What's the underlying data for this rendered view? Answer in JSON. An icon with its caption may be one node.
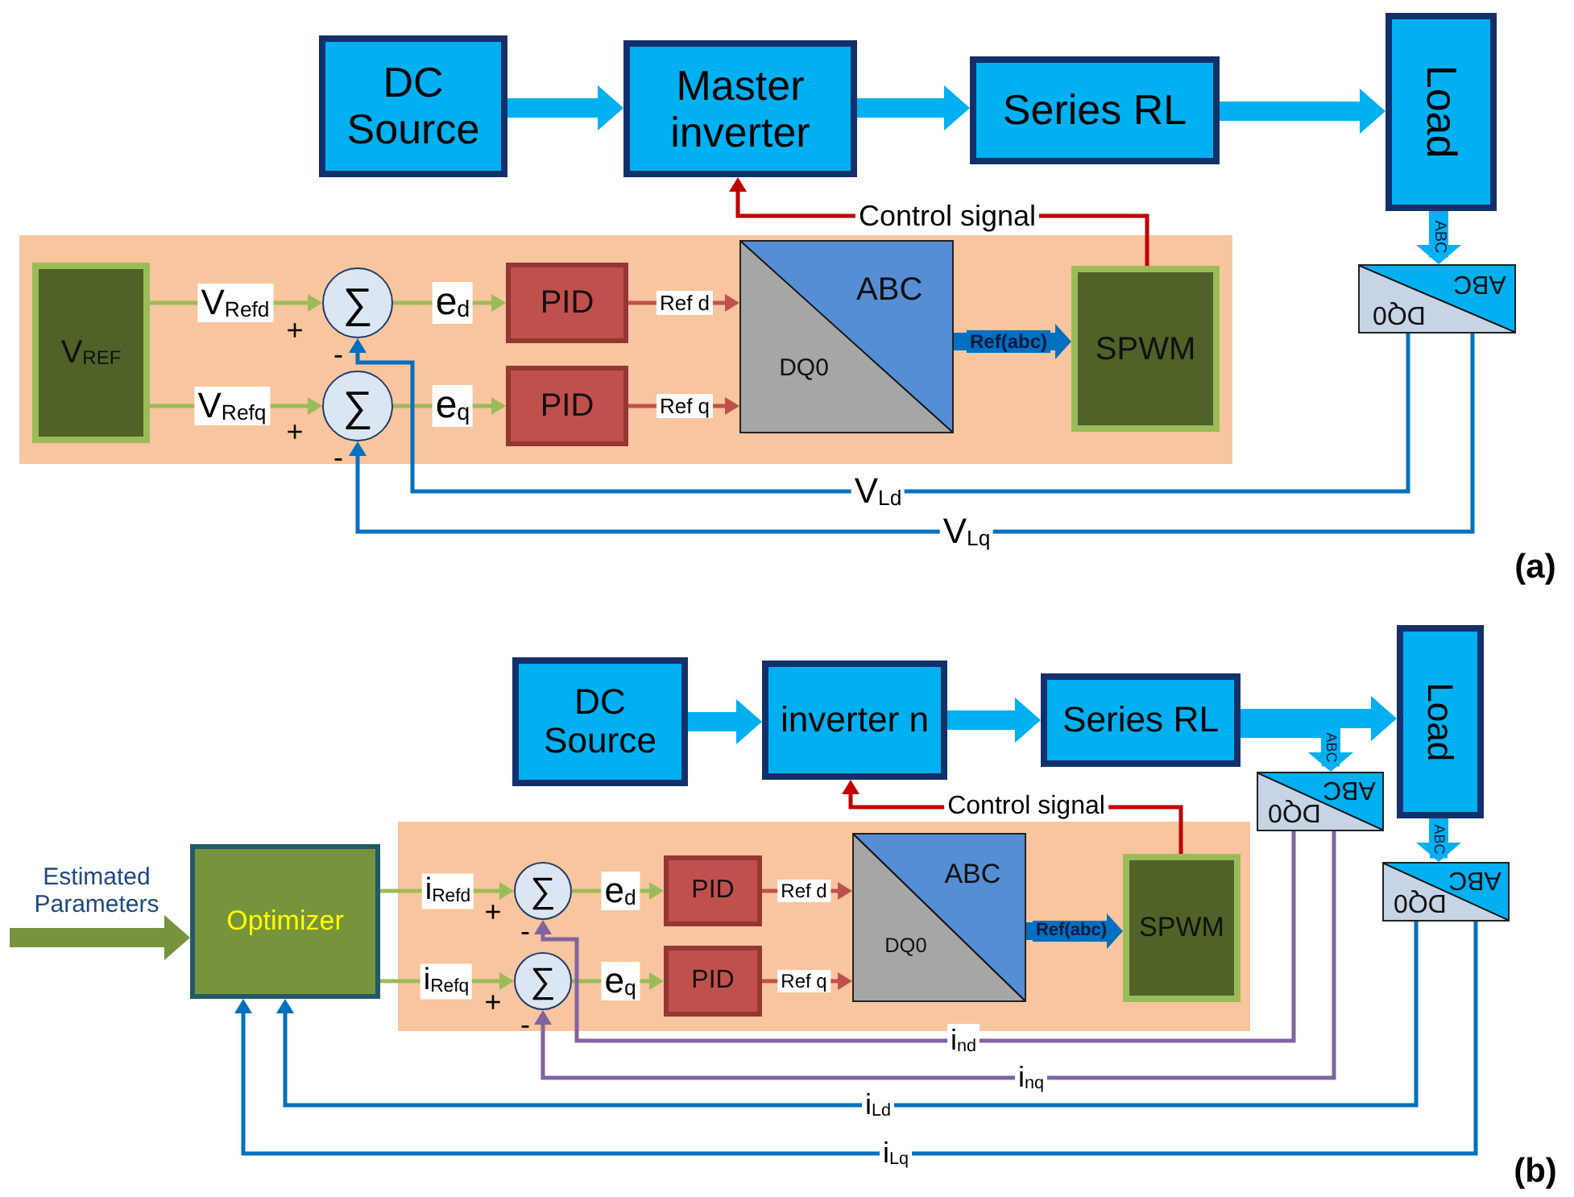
{
  "diagram": {
    "nodes": [
      {
        "text": [
          "DC Source"
        ]
      },
      {
        "text": [
          "Master inverter"
        ]
      },
      {
        "text": [
          "Series RL"
        ]
      },
      {
        "text": [
          "Load"
        ]
      },
      {
        "text": [],
        "shape": "box"
      },
      {
        "text": [
          "V$_{REF}$"
        ],
        "in": 4
      },
      {
        "text": [
          "∑"
        ],
        "in": 4
      },
      {
        "text": [
          "∑"
        ],
        "in": 4
      },
      {
        "text": [
          "PID"
        ],
        "in": 4
      },
      {
        "text": [
          "PID"
        ],
        "in": 4
      },
      {
        "text": [
          "ABC",
          "DQ0"
        ],
        "in": 4
      },
      {
        "text": [
          "SPWM"
        ],
        "in": 4
      },
      {
        "text": [
          "ABC",
          "DQ0"
        ]
      },
      {
        "text": [
          "DC Source"
        ]
      },
      {
        "text": [
          "inverter n"
        ]
      },
      {
        "text": [
          "Series RL"
        ]
      },
      {
        "text": [
          "Load"
        ]
      },
      {
        "text": [],
        "shape": "box"
      },
      {
        "text": [
          "Optimizer"
        ]
      },
      {
        "text": [
          "∑"
        ],
        "in": 17
      },
      {
        "text": [
          "∑"
        ],
        "in": 17
      },
      {
        "text": [
          "PID"
        ],
        "in": 17
      },
      {
        "text": [
          "PID"
        ],
        "in": 17
      },
      {
        "text": [
          "ABC",
          "DQ0"
        ],
        "in": 17
      },
      {
        "text": [
          "SPWM"
        ],
        "in": 17
      },
      {
        "text": [
          "ABC",
          "DQ0"
        ]
      },
      {
        "text": [
          "ABC",
          "DQ0"
        ]
      }
    ],
    "edges": [
      {
        "from": 0,
        "to": 1,
        "arrow": "to",
        "style": "thick"
      },
      {
        "from": 1,
        "to": 2,
        "arrow": "to",
        "style": "thick"
      },
      {
        "from": 2,
        "to": 3,
        "arrow": "to",
        "style": "thick"
      },
      {
        "from": 3,
        "to": 12,
        "arrow": "to",
        "style": "thick",
        "label": "ABC"
      },
      {
        "from": 5,
        "to": 6,
        "arrow": "to",
        "color": "#9bbb59",
        "label": "V$_{Refd}$"
      },
      {
        "from": 5,
        "to": 7,
        "arrow": "to",
        "color": "#9bbb59",
        "label": "V$_{Refq}$"
      },
      {
        "from": 6,
        "to": 8,
        "arrow": "to",
        "color": "#9bbb59",
        "label": "e$_{d}$"
      },
      {
        "from": 7,
        "to": 9,
        "arrow": "to",
        "color": "#9bbb59",
        "label": "e$_{q}$"
      },
      {
        "from": 8,
        "to": 10,
        "arrow": "to",
        "color": "#c0504d",
        "label": "Ref d"
      },
      {
        "from": 9,
        "to": 10,
        "arrow": "to",
        "color": "#c0504d",
        "label": "Ref q"
      },
      {
        "from": 10,
        "to": 11,
        "arrow": "to",
        "style": "thick",
        "color": "#0070c0",
        "label": "Ref(abc)"
      },
      {
        "from": 11,
        "to": 1,
        "arrow": "to",
        "color": "#c00000",
        "label": "Control signal"
      },
      {
        "from": 12,
        "to": 6,
        "arrow": "to",
        "color": "#0070c0",
        "label": "V$_{Ld}$"
      },
      {
        "from": 12,
        "to": 7,
        "arrow": "to",
        "color": "#0070c0",
        "label": "V$_{Lq}$"
      },
      {
        "from": 13,
        "to": 14,
        "arrow": "to",
        "style": "thick"
      },
      {
        "from": 14,
        "to": 15,
        "arrow": "to",
        "style": "thick"
      },
      {
        "from": 15,
        "to": 16,
        "arrow": "to",
        "style": "thick"
      },
      {
        "from": 15,
        "to": 25,
        "arrow": "to",
        "style": "thick",
        "label": "ABC"
      },
      {
        "from": 16,
        "to": 26,
        "arrow": "to",
        "style": "thick",
        "label": "ABC"
      },
      {
        "from": null,
        "to": 18,
        "arrow": "to",
        "style": "thick",
        "color": "#77933c",
        "label": "Estimated Parameters"
      },
      {
        "from": 18,
        "to": 19,
        "arrow": "to",
        "color": "#9bbb59",
        "label": "i$_{Refd}$"
      },
      {
        "from": 18,
        "to": 20,
        "arrow": "to",
        "color": "#9bbb59",
        "label": "i$_{Refq}$"
      },
      {
        "from": 19,
        "to": 21,
        "arrow": "to",
        "color": "#9bbb59",
        "label": "e$_{d}$"
      },
      {
        "from": 20,
        "to": 22,
        "arrow": "to",
        "color": "#9bbb59",
        "label": "e$_{q}$"
      },
      {
        "from": 21,
        "to": 23,
        "arrow": "to",
        "color": "#c0504d",
        "label": "Ref d"
      },
      {
        "from": 22,
        "to": 23,
        "arrow": "to",
        "color": "#c0504d",
        "label": "Ref q"
      },
      {
        "from": 23,
        "to": 24,
        "arrow": "to",
        "style": "thick",
        "color": "#0070c0",
        "label": "Ref(abc)"
      },
      {
        "from": 24,
        "to": 14,
        "arrow": "to",
        "color": "#c00000",
        "label": "Control signal"
      },
      {
        "from": 25,
        "to": 19,
        "arrow": "to",
        "color": "#8064a2",
        "label": "i$_{nd}$"
      },
      {
        "from": 25,
        "to": 20,
        "arrow": "to",
        "color": "#8064a2",
        "label": "i$_{nq}$"
      },
      {
        "from": 26,
        "to": 18,
        "arrow": "to",
        "color": "#0070c0",
        "label": "i$_{Ld}$"
      },
      {
        "from": 26,
        "to": 18,
        "arrow": "to",
        "color": "#0070c0",
        "label": "i$_{Lq}$"
      }
    ],
    "labels": [
      "+",
      "-",
      "+",
      "-",
      "(a)",
      "+",
      "-",
      "+",
      "-",
      "(b)"
    ]
  }
}
